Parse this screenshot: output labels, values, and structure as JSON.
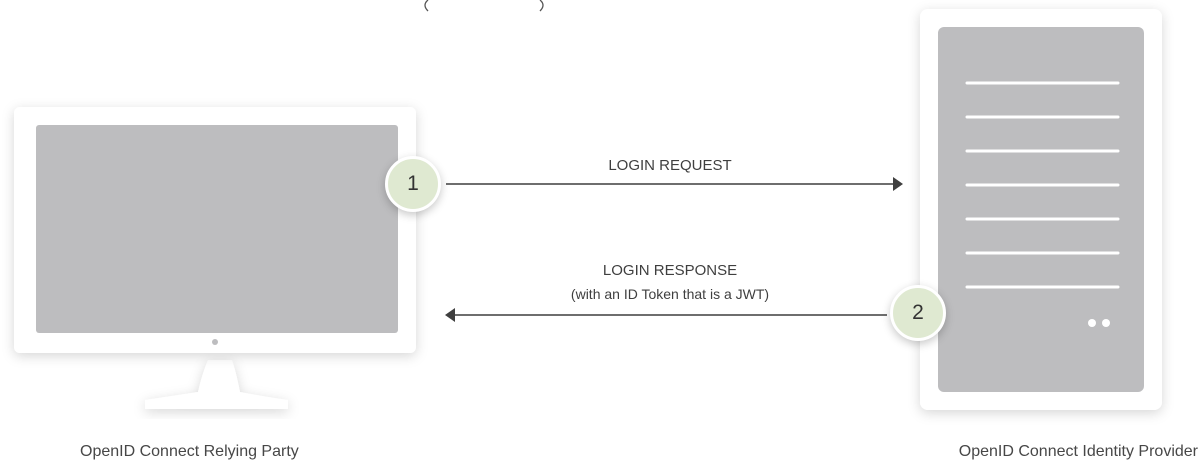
{
  "steps": [
    {
      "number": "1",
      "label": "LOGIN REQUEST",
      "sublabel": ""
    },
    {
      "number": "2",
      "label": "LOGIN RESPONSE",
      "sublabel": "(with an ID Token that is a JWT)"
    }
  ],
  "relying_party": {
    "label": "OpenID Connect Relying Party"
  },
  "identity_provider": {
    "label": "OpenID Connect Identity Provider"
  },
  "colors": {
    "badge_fill": "#dfe9d1",
    "device_screen": "#bdbdbf",
    "device_frame": "#ffffff",
    "arrow": "#3f3f3f",
    "text": "#3f3f3f"
  },
  "icons": [
    "monitor-icon",
    "server-icon",
    "arrow-right-icon",
    "arrow-left-icon"
  ]
}
